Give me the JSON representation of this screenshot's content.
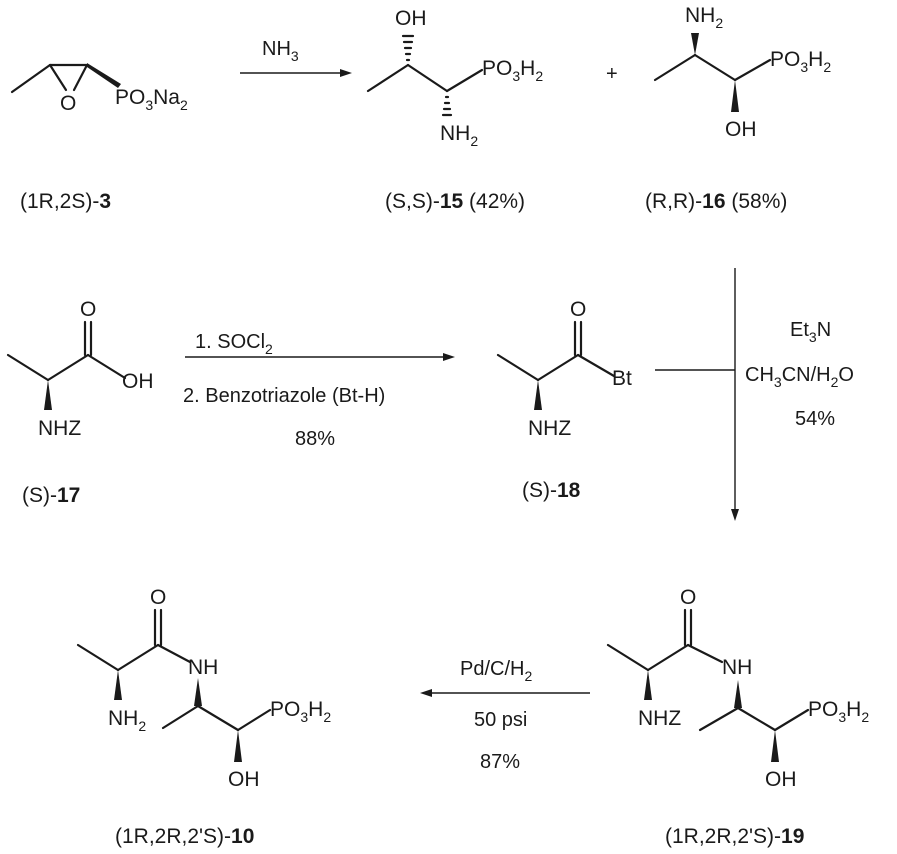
{
  "reaction1": {
    "reagent": "NH3",
    "plus": "+"
  },
  "reaction2": {
    "step1": "1. SOCl2",
    "step2": "2. Benzotriazole (Bt-H)",
    "yield": "88%"
  },
  "reaction3": {
    "reagent1": "Et3N",
    "reagent2": "CH3CN/H2O",
    "yield": "54%"
  },
  "reaction4": {
    "catalyst": "Pd/C/H2",
    "pressure": "50 psi",
    "yield": "87%"
  },
  "compounds": {
    "c3": {
      "stereo": "(1R,2S)-",
      "number": "3"
    },
    "c15": {
      "stereo": "(S,S)-",
      "number": "15",
      "yield": "(42%)"
    },
    "c16": {
      "stereo": "(R,R)-",
      "number": "16",
      "yield": "(58%)"
    },
    "c17": {
      "stereo": "(S)-",
      "number": "17"
    },
    "c18": {
      "stereo": "(S)-",
      "number": "18"
    },
    "c19": {
      "stereo": "(1R,2R,2'S)-",
      "number": "19"
    },
    "c10": {
      "stereo": "(1R,2R,2'S)-",
      "number": "10"
    }
  },
  "atoms": {
    "oh": "OH",
    "o": "O",
    "nh": "NH",
    "nh2": "NH2",
    "nhz": "NHZ",
    "po3h2": "PO3H2",
    "po3na2": "PO3Na2",
    "bt": "Bt"
  }
}
